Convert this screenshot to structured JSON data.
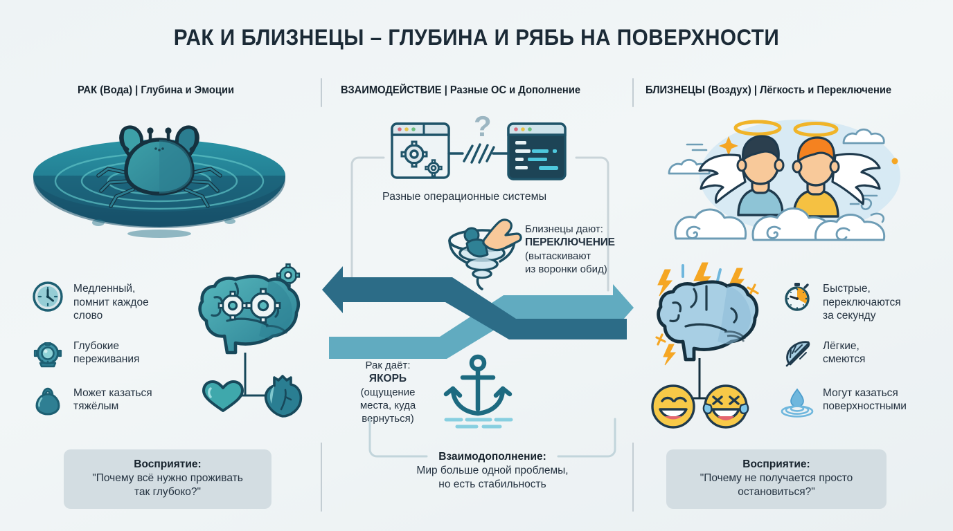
{
  "title": "РАК И БЛИЗНЕЦЫ – ГЛУБИНА И РЯБЬ НА ПОВЕРХНОСТИ",
  "colors": {
    "background": "#eef3f5",
    "title": "#1b2a36",
    "cancer_teal_dark": "#1d5f72",
    "cancer_teal": "#2f8ea0",
    "cancer_teal_light": "#57b2b8",
    "gemini_blue": "#a8cfe4",
    "gemini_blue_dark": "#1f3a4d",
    "accent_orange": "#f5a623",
    "accent_yellow": "#f7c948",
    "box_bg": "#d3dde2",
    "divider": "#c3cdd3",
    "bracket": "#c9d4d9"
  },
  "columns": {
    "left": {
      "header_main": "РАК (Вода)",
      "header_sep": " | ",
      "header_sub": "Глубина и Эмоции",
      "illustration": "crab-on-water-pool",
      "bullets": [
        {
          "icon": "clock-icon",
          "text": "Медленный,\nпомнит каждое\nслово"
        },
        {
          "icon": "diving-helmet-icon",
          "text": "Глубокие\nпереживания"
        },
        {
          "icon": "kettlebell-icon",
          "text": "Может казаться\nтяжёлым"
        }
      ],
      "sub_illustration": "brain-gears-heart",
      "percept_title": "Восприятие:",
      "percept_quote": "\"Почему всё нужно проживать\nтак глубоко?\""
    },
    "center": {
      "header_main": "ВЗАИМОДЕЙСТВИЕ",
      "header_sep": " | ",
      "header_sub": "Разные ОС и Дополнение",
      "os_label": "Разные операционные системы",
      "os_windows": {
        "left_window": "settings-gears-window",
        "right_window": "code-terminal-window",
        "link_state": "broken-connection",
        "question_mark": "?"
      },
      "gemini_gift": {
        "lead": "Близнецы дают:",
        "highlight": "ПЕРЕКЛЮЧЕНИЕ",
        "detail": "(вытаскивают\nиз воронки обид)",
        "icon": "hand-pulling-from-whirlpool-icon"
      },
      "cancer_gift": {
        "lead": "Рак даёт:",
        "highlight": "ЯКОРЬ",
        "detail": "(ощущение\nместа, куда\nвернуться)",
        "icon": "anchor-icon"
      },
      "arrows": {
        "left_arrow_color": "#2c6c87",
        "right_arrow_color": "#59a7bd",
        "pattern": "crossing-exchange-arrows"
      },
      "complement_title": "Взаимодополнение:",
      "complement_text": "Мир больше одной проблемы,\nно есть стабильность"
    },
    "right": {
      "header_main": "БЛИЗНЕЦЫ (Воздух)",
      "header_sep": " | ",
      "header_sub": "Лёгкость и Переключение",
      "illustration": "two-angel-twins-on-clouds",
      "bullets": [
        {
          "icon": "stopwatch-icon",
          "text": "Быстрые,\nпереключаются\nза секунду"
        },
        {
          "icon": "feather-icon",
          "text": "Лёгкие,\nсмеются"
        },
        {
          "icon": "water-ripple-drop-icon",
          "text": "Могут казаться\nповерхностными"
        }
      ],
      "sub_illustration": "brain-lightning-emoji",
      "percept_title": "Восприятие:",
      "percept_quote": "\"Почему не получается просто\nостановиться?\""
    }
  }
}
